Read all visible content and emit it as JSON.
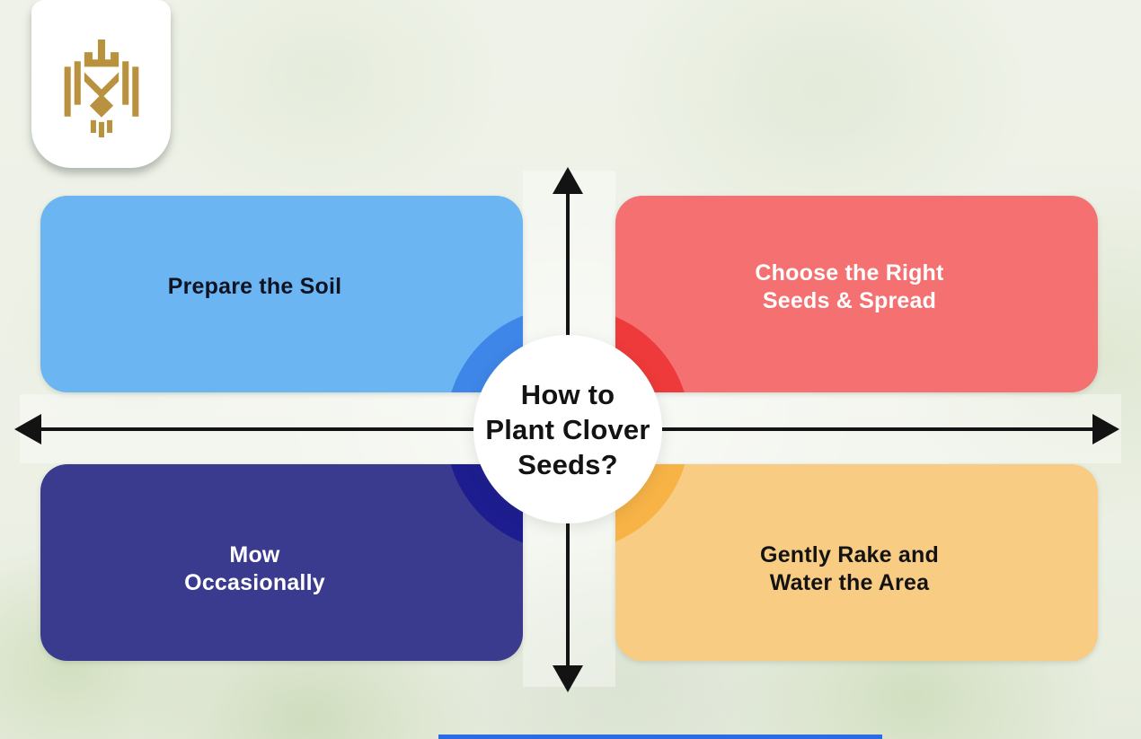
{
  "center": {
    "title": "How to\nPlant Clover\nSeeds?"
  },
  "quadrants": [
    {
      "name": "prepare-the-soil",
      "label": "Prepare the Soil",
      "fill": "#6cb5f3",
      "arc": "#3e86e8",
      "text": "#0f1322"
    },
    {
      "name": "choose-seeds-spread",
      "label": "Choose the Right\nSeeds & Spread",
      "fill": "#f57070",
      "arc": "#ee3a3a",
      "text": "#ffffff"
    },
    {
      "name": "mow-occasionally",
      "label": "Mow\nOccasionally",
      "fill": "#3a3a8e",
      "arc": "#1d1d90",
      "text": "#ffffff"
    },
    {
      "name": "gently-rake-water",
      "label": "Gently Rake and\nWater the Area",
      "fill": "#f9cc83",
      "arc": "#f8b347",
      "text": "#131313"
    }
  ],
  "axes": {
    "color": "#131313"
  },
  "circle": {
    "bg": "#ffffff"
  },
  "logo": {
    "icon": "lion-crest-icon",
    "color": "#b8923f",
    "card_bg": "#ffffff"
  },
  "background": {
    "base": "#edf1e7"
  },
  "footer_bar": {
    "color": "#2b6be4"
  }
}
